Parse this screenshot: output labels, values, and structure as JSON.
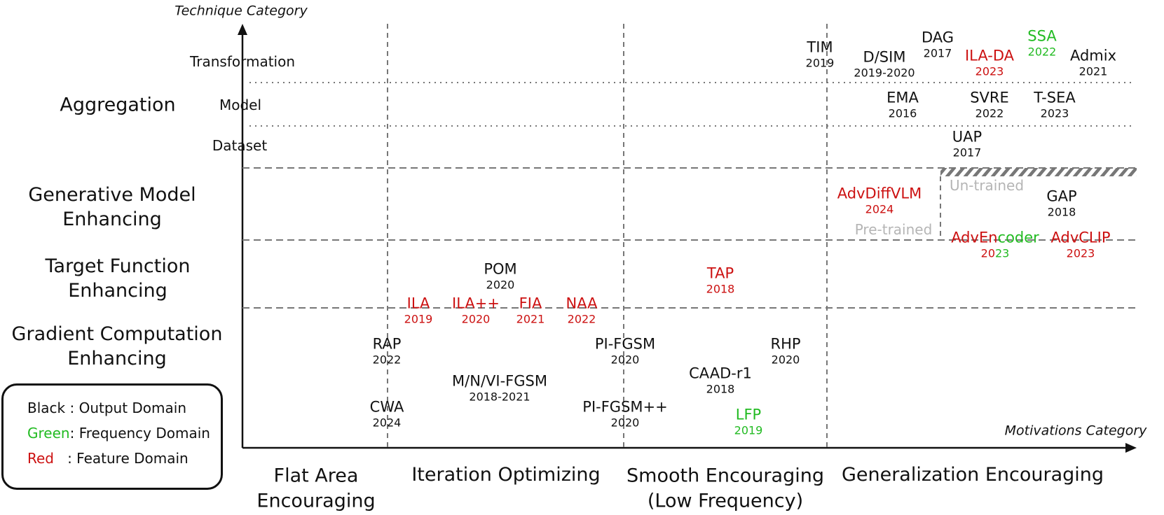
{
  "axes": {
    "y_title": "Technique Category",
    "x_title": "Motivations Category"
  },
  "rows": {
    "aggregation": "Aggregation",
    "generative": "Generative Model\nEnhancing",
    "target": "Target Function\nEnhancing",
    "gradient": "Gradient Computation\nEnhancing"
  },
  "aggregation_subrows": {
    "transformation": "Transformation",
    "model": "Model",
    "dataset": "Dataset"
  },
  "columns": {
    "flat": "Flat Area\nEncouraging",
    "iteration": "Iteration Optimizing",
    "smooth": "Smooth Encouraging\n(Low Frequency)",
    "generalization": "Generalization Encouraging"
  },
  "colors": {
    "black": "#111111",
    "green": "#22bb22",
    "red": "#cc1111",
    "gray_text": "#b5b5b5",
    "dash": "#777777"
  },
  "methods": [
    {
      "id": "tim",
      "name": "TIM",
      "year": "2019",
      "color": "black"
    },
    {
      "id": "dsim",
      "name": "D/SIM",
      "year": "2019-2020",
      "color": "black"
    },
    {
      "id": "dag",
      "name": "DAG",
      "year": "2017",
      "color": "black"
    },
    {
      "id": "ilada",
      "name": "ILA-DA",
      "year": "2023",
      "color": "red"
    },
    {
      "id": "ssa",
      "name": "SSA",
      "year": "2022",
      "color": "green"
    },
    {
      "id": "admix",
      "name": "Admix",
      "year": "2021",
      "color": "black"
    },
    {
      "id": "ema",
      "name": "EMA",
      "year": "2016",
      "color": "black"
    },
    {
      "id": "svre",
      "name": "SVRE",
      "year": "2022",
      "color": "black"
    },
    {
      "id": "tsea",
      "name": "T-SEA",
      "year": "2023",
      "color": "black"
    },
    {
      "id": "uap",
      "name": "UAP",
      "year": "2017",
      "color": "black"
    },
    {
      "id": "advdiffvlm",
      "name": "AdvDiffVLM",
      "year": "2024",
      "color": "red"
    },
    {
      "id": "gap",
      "name": "GAP",
      "year": "2018",
      "color": "black"
    },
    {
      "id": "advclip",
      "name": "AdvCLIP",
      "year": "2023",
      "color": "red"
    },
    {
      "id": "pom",
      "name": "POM",
      "year": "2020",
      "color": "black"
    },
    {
      "id": "tap",
      "name": "TAP",
      "year": "2018",
      "color": "red"
    },
    {
      "id": "ila",
      "name": "ILA",
      "year": "2019",
      "color": "red"
    },
    {
      "id": "ilapp",
      "name": "ILA++",
      "year": "2020",
      "color": "red"
    },
    {
      "id": "fia",
      "name": "FIA",
      "year": "2021",
      "color": "red"
    },
    {
      "id": "naa",
      "name": "NAA",
      "year": "2022",
      "color": "red"
    },
    {
      "id": "rap",
      "name": "RAP",
      "year": "2022",
      "color": "black"
    },
    {
      "id": "pifgsm",
      "name": "PI-FGSM",
      "year": "2020",
      "color": "black"
    },
    {
      "id": "rhp",
      "name": "RHP",
      "year": "2020",
      "color": "black"
    },
    {
      "id": "mnvi",
      "name": "M/N/VI-FGSM",
      "year": "2018-2021",
      "color": "black"
    },
    {
      "id": "caad",
      "name": "CAAD-r1",
      "year": "2018",
      "color": "black"
    },
    {
      "id": "cwa",
      "name": "CWA",
      "year": "2024",
      "color": "black"
    },
    {
      "id": "pifgsmpp",
      "name": "PI-FGSM++",
      "year": "2020",
      "color": "black"
    },
    {
      "id": "lfp",
      "name": "LFP",
      "year": "2019",
      "color": "green"
    }
  ],
  "advencoder": {
    "name_part1": "AdvEn",
    "name_part2": "coder",
    "year_part1": "20",
    "year_part2": "23"
  },
  "region_labels": {
    "untrained": "Un-trained",
    "pretrained": "Pre-trained"
  },
  "legend": {
    "black_key": "Black",
    "black_sep": " : ",
    "black_val": "Output Domain",
    "green_key": "Green",
    "green_sep": ": ",
    "green_val": "Frequency Domain",
    "red_key": "Red",
    "red_sep": "   : ",
    "red_val": "Feature Domain"
  }
}
